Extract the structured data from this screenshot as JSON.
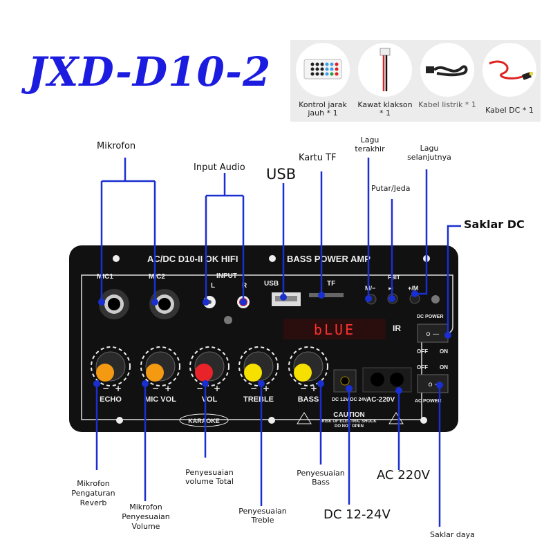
{
  "title": "JXD-D10-2",
  "accessories": [
    {
      "icon": "remote-control-icon",
      "label": "Kontrol jarak jauh * 1"
    },
    {
      "icon": "speaker-wire-icon",
      "label": "Kawat klakson * 1"
    },
    {
      "icon": "power-cable-icon",
      "label": "Kabel listrik * 1"
    },
    {
      "icon": "dc-cable-icon",
      "label": "Kabel DC * 1"
    }
  ],
  "callouts": {
    "mikrofon": "Mikrofon",
    "input_audio": "Input Audio",
    "usb": "USB",
    "kartu_tf": "Kartu TF",
    "lagu_terakhir": "Lagu terakhir",
    "putar_jeda": "Putar/Jeda",
    "lagu_selanjutnya": "Lagu selanjutnya",
    "saklar_dc": "Saklar DC",
    "echo": "Mikrofon Pengaturan Reverb",
    "mic_vol": "Mikrofon Penyesuaian Volume",
    "vol": "Penyesuaian volume Total",
    "treble": "Penyesuaian Treble",
    "bass": "Penyesuaian Bass",
    "dc": "DC 12-24V",
    "ac": "AC 220V",
    "saklar_daya": "Saklar daya"
  },
  "panel": {
    "header": "AC/DC D10-II OK HIFI",
    "header2": "BASS POWER AMP",
    "mic1": "MIC1",
    "mic2": "MIC2",
    "input": "INPUT",
    "l": "L",
    "r": "R",
    "usb": "USB",
    "tf": "TF",
    "btn_prev": "M/−",
    "btn_play": "⏯",
    "btn_next": "+/M",
    "fbit": "FBIT",
    "display": "bLUE",
    "ir": "IR",
    "dc_power": "DC POWER",
    "ac_power": "AC POWER",
    "off": "OFF",
    "on": "ON",
    "knobs": [
      {
        "label": "ECHO",
        "color": "#f39a12"
      },
      {
        "label": "MIC VOL",
        "color": "#f39a12"
      },
      {
        "label": "VOL",
        "color": "#e8232a"
      },
      {
        "label": "TREBLE",
        "color": "#f5e000"
      },
      {
        "label": "BASS",
        "color": "#f5e000"
      }
    ],
    "dc_in": "DC 12V DC 24V",
    "ac_in": "AC-220V",
    "karaoke": "KARAOKE",
    "caution": "CAUTION",
    "caution2": "RISK OF ELECTRIC SHOCK",
    "caution3": "DO NOT OPEN"
  },
  "colors": {
    "accent": "#1c1ce0",
    "line": "#1a2fd0"
  }
}
